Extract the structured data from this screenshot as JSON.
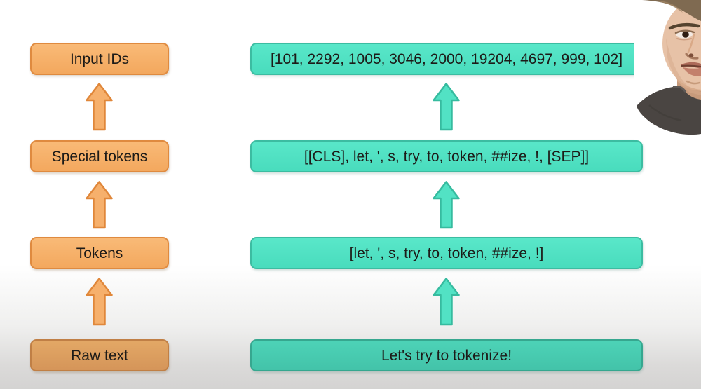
{
  "pipeline": {
    "flow": "bottom-to-top",
    "rows": [
      {
        "id": "input-ids",
        "label": "Input IDs",
        "value": "[101, 2292, 1005, 3046, 2000, 19204, 4697, 999, 102]"
      },
      {
        "id": "special-tokens",
        "label": "Special tokens",
        "value": "[[CLS], let, ', s, try, to, token, ##ize, !, [SEP]]"
      },
      {
        "id": "tokens",
        "label": "Tokens",
        "value": "[let, ', s, try, to, token, ##ize, !]"
      },
      {
        "id": "raw-text",
        "label": "Raw text",
        "value": "Let's try to tokenize!"
      }
    ],
    "colors": {
      "label_box_fill": "#f5ae68",
      "label_box_border": "#df8a3f",
      "label_box_bottom_fill": "#dca062",
      "value_box_fill": "#4fe1c3",
      "value_box_border": "#3cbca1",
      "value_box_bottom_fill": "#47ccb0",
      "arrow_orange": "#f6b06c",
      "arrow_teal": "#52e2c4",
      "text": "#1d1b18"
    }
  },
  "webcam": {
    "subject": "presenter headshot, cropped at right edge",
    "shirt_color": "#4a4542",
    "hair_color": "#7f6a51",
    "skin_color": "#e7c2a7"
  }
}
